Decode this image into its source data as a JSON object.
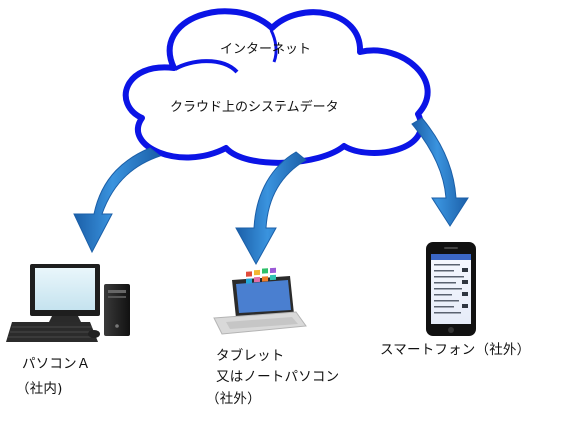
{
  "cloud": {
    "title": "インターネット",
    "subtitle": "クラウド上のシステムデータ"
  },
  "devices": {
    "pc": {
      "name": "パソコンＡ",
      "note": "（社内)"
    },
    "tablet": {
      "name": "タブレット",
      "alt": "又はノートパソコン",
      "note": "（社外）"
    },
    "phone": {
      "name": "スマートフォン（社外）"
    }
  },
  "colors": {
    "cloud_outline": "#0b14e6",
    "arrow_blue": "#2f86d6",
    "arrow_dark": "#1b5fa8",
    "monitor": "#1c1c1c",
    "screen": "#d5edf7"
  }
}
